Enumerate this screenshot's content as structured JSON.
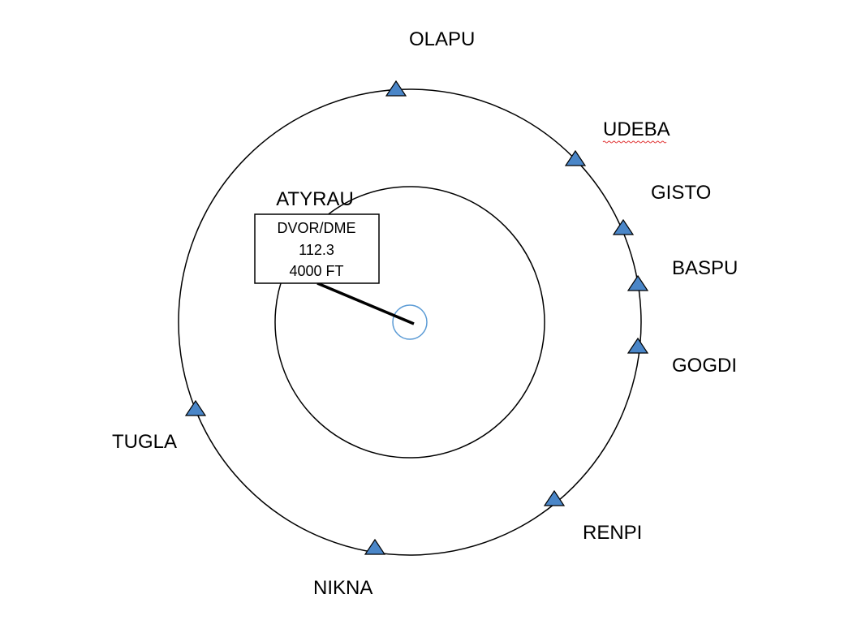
{
  "station": {
    "name": "ATYRAU",
    "info_lines": [
      "DVOR/DME",
      "112.3",
      "4000 FT"
    ]
  },
  "waypoints": [
    {
      "name": "OLAPU"
    },
    {
      "name": "UDEBA"
    },
    {
      "name": "GISTO"
    },
    {
      "name": "BASPU"
    },
    {
      "name": "GOGDI"
    },
    {
      "name": "RENPI"
    },
    {
      "name": "NIKNA"
    },
    {
      "name": "TUGLA"
    }
  ],
  "colors": {
    "waypoint_fill": "#4a86c8",
    "center_ring": "#5b9bd5",
    "lines": "#000000"
  }
}
